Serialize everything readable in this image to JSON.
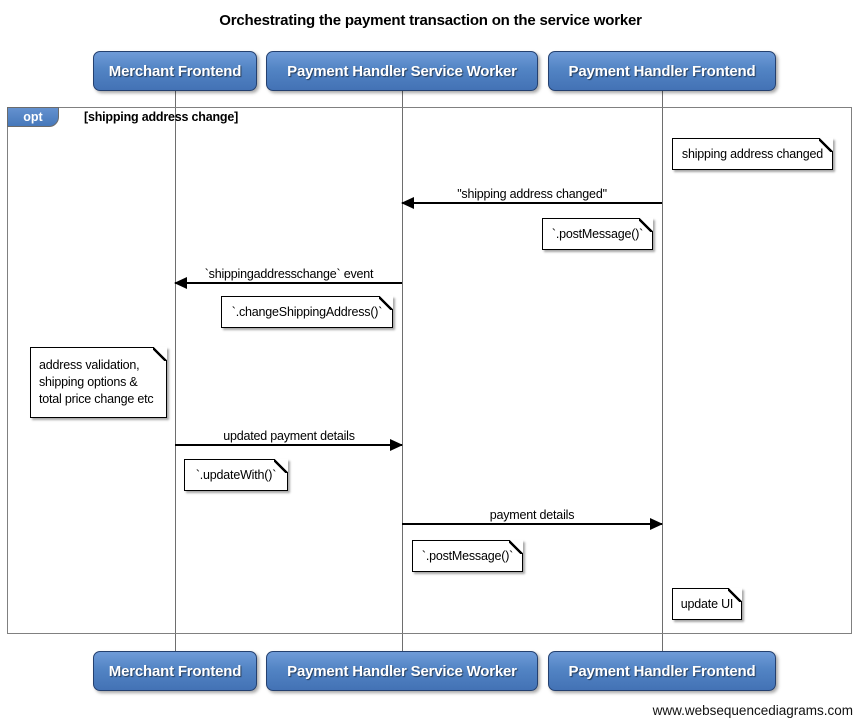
{
  "title": "Orchestrating the payment transaction on the service worker",
  "actors": [
    {
      "label": "Merchant Frontend"
    },
    {
      "label": "Payment Handler Service Worker"
    },
    {
      "label": "Payment Handler Frontend"
    }
  ],
  "frame": {
    "operator": "opt",
    "condition": "[shipping address change]"
  },
  "messages": [
    {
      "label": "\"shipping address changed\"",
      "from": "Payment Handler Frontend",
      "to": "Payment Handler Service Worker",
      "direction": "left"
    },
    {
      "label": "`shippingaddresschange` event",
      "from": "Payment Handler Service Worker",
      "to": "Merchant Frontend",
      "direction": "left"
    },
    {
      "label": "updated payment details",
      "from": "Merchant Frontend",
      "to": "Payment Handler Service Worker",
      "direction": "right"
    },
    {
      "label": "payment details",
      "from": "Payment Handler Service Worker",
      "to": "Payment Handler Frontend",
      "direction": "right"
    }
  ],
  "notes": [
    {
      "text": "shipping address changed",
      "over": "Payment Handler Frontend"
    },
    {
      "text": "`.postMessage()`",
      "over": "Payment Handler Frontend"
    },
    {
      "text": "`.changeShippingAddress()`",
      "over": "Payment Handler Service Worker"
    },
    {
      "text": "address validation,\nshipping options &\ntotal price change etc",
      "over": "Merchant Frontend"
    },
    {
      "text": "`.updateWith()`",
      "over": "Merchant Frontend"
    },
    {
      "text": "`.postMessage()`",
      "over": "Payment Handler Service Worker"
    },
    {
      "text": "update UI",
      "over": "Payment Handler Frontend"
    }
  ],
  "footer": {
    "watermark": "www.websequencediagrams.com"
  },
  "colors": {
    "actor_fill": "#5284c4",
    "actor_border": "#24406f",
    "frame_border": "#808080",
    "lifeline": "#6e6e6e",
    "note_fill": "#ffffff",
    "arrow": "#000000"
  }
}
